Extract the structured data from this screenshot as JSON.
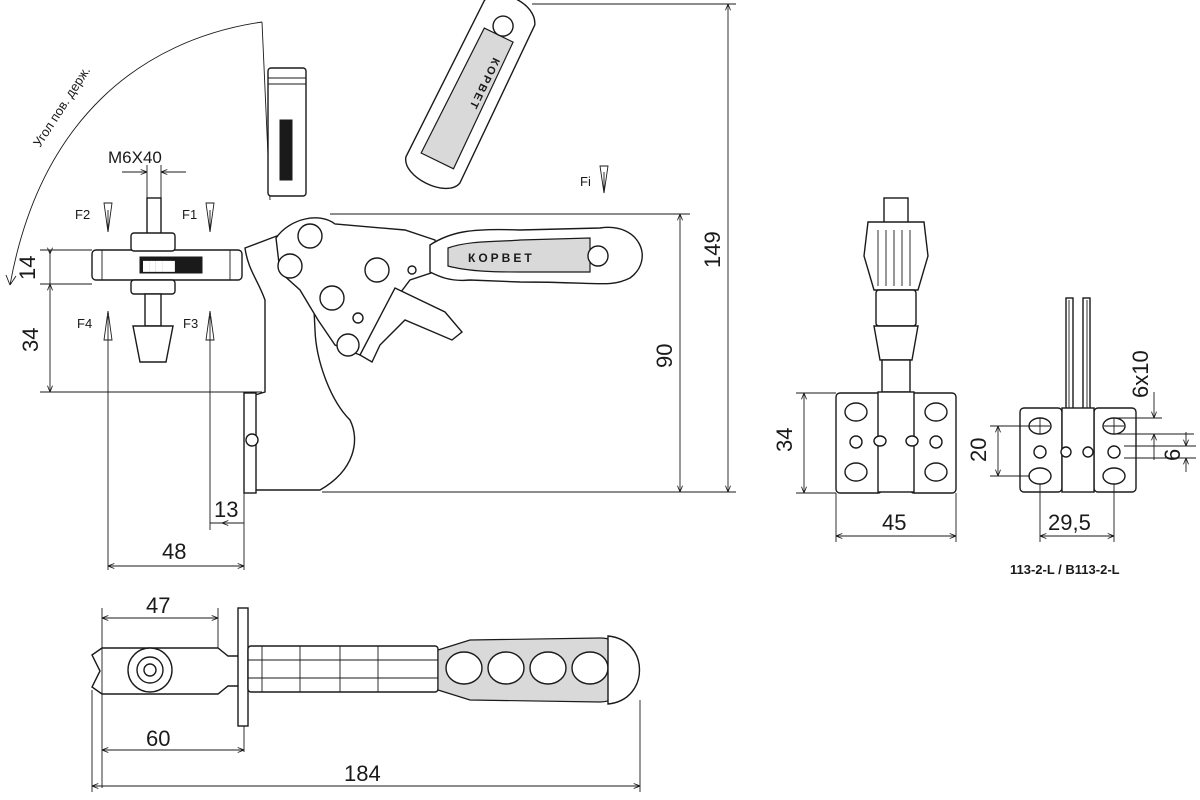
{
  "labels": {
    "angle": "Угол пов. держ.",
    "thread": "M6X40",
    "f1": "F1",
    "f2": "F2",
    "f3": "F3",
    "f4": "F4",
    "fi": "Fi",
    "model": "113-2-L / B113-2-L",
    "brand": "КОРВЕТ"
  },
  "dimensions": {
    "d14": "14",
    "d34": "34",
    "d90": "90",
    "d149": "149",
    "d13": "13",
    "d48": "48",
    "d47": "47",
    "d60": "60",
    "d184": "184",
    "d34b": "34",
    "d45": "45",
    "d6x10": "6x10",
    "d20": "20",
    "d6": "6",
    "d29_5": "29,5"
  }
}
